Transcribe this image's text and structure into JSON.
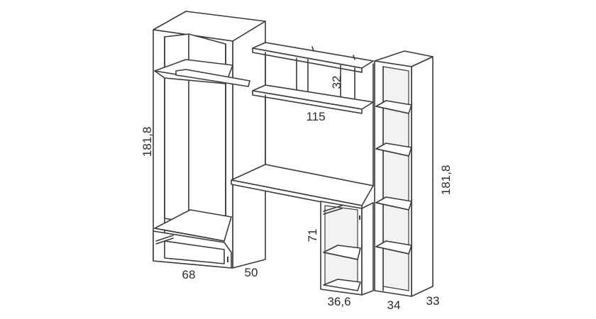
{
  "dimensions": {
    "wardrobe_height": "181,8",
    "wardrobe_width": "68",
    "wardrobe_depth": "50",
    "hutch_width": "115",
    "hutch_height": "32",
    "desk_height": "71",
    "desk_leg_width": "36,6",
    "bookcase_height": "181,8",
    "bookcase_width": "34",
    "bookcase_depth": "33"
  },
  "colors": {
    "line": "#3a3a3a",
    "background": "#ffffff"
  }
}
